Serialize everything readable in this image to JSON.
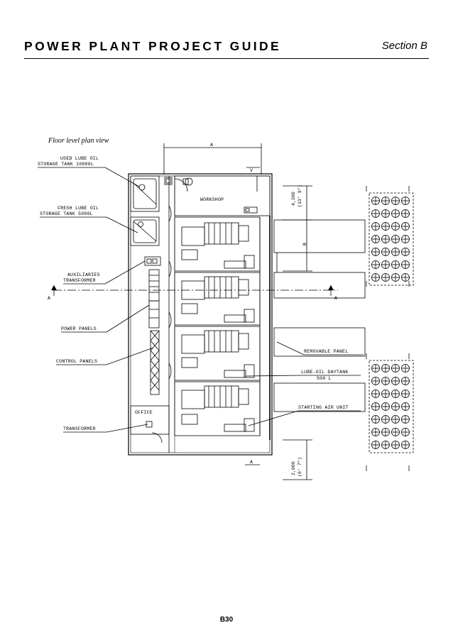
{
  "header": {
    "title": "POWER PLANT PROJECT GUIDE",
    "section": "Section B"
  },
  "drawing": {
    "title": "Floor level plan view",
    "labels": {
      "used_lube_oil_1": "USED LUBE OIL",
      "used_lube_oil_2": "STORAGE TANK 10000L",
      "fresh_lube_oil_1": "FRESH LUBE OIL",
      "fresh_lube_oil_2": "STORAGE TANK 5000L",
      "aux_transformer_1": "AUXILIARIES",
      "aux_transformer_2": "TRANSFORMER",
      "power_panels": "POWER PANELS",
      "control_panels": "CONTROL PANELS",
      "transformer": "TRANSFORMER",
      "workshop": "WORKSHOP",
      "office": "OFFICE",
      "removable_panel": "REMOVABLE PANEL",
      "lube_oil_daytank_1": "LUBE-OIL DAYTANK",
      "lube_oil_daytank_2": "500 L",
      "starting_air_unit": "STARTING AIR UNIT",
      "dim_a": "A",
      "dim_b": "B",
      "dim_4200": "4,200",
      "dim_4200_ft": "(13' 9\")",
      "dim_2000": "2,000",
      "dim_2000_ft": "(6' 7\")",
      "section_a_left": "A",
      "section_a_right": "A",
      "view_v": "V",
      "view_a": "A"
    }
  },
  "footer": {
    "page": "B30"
  }
}
